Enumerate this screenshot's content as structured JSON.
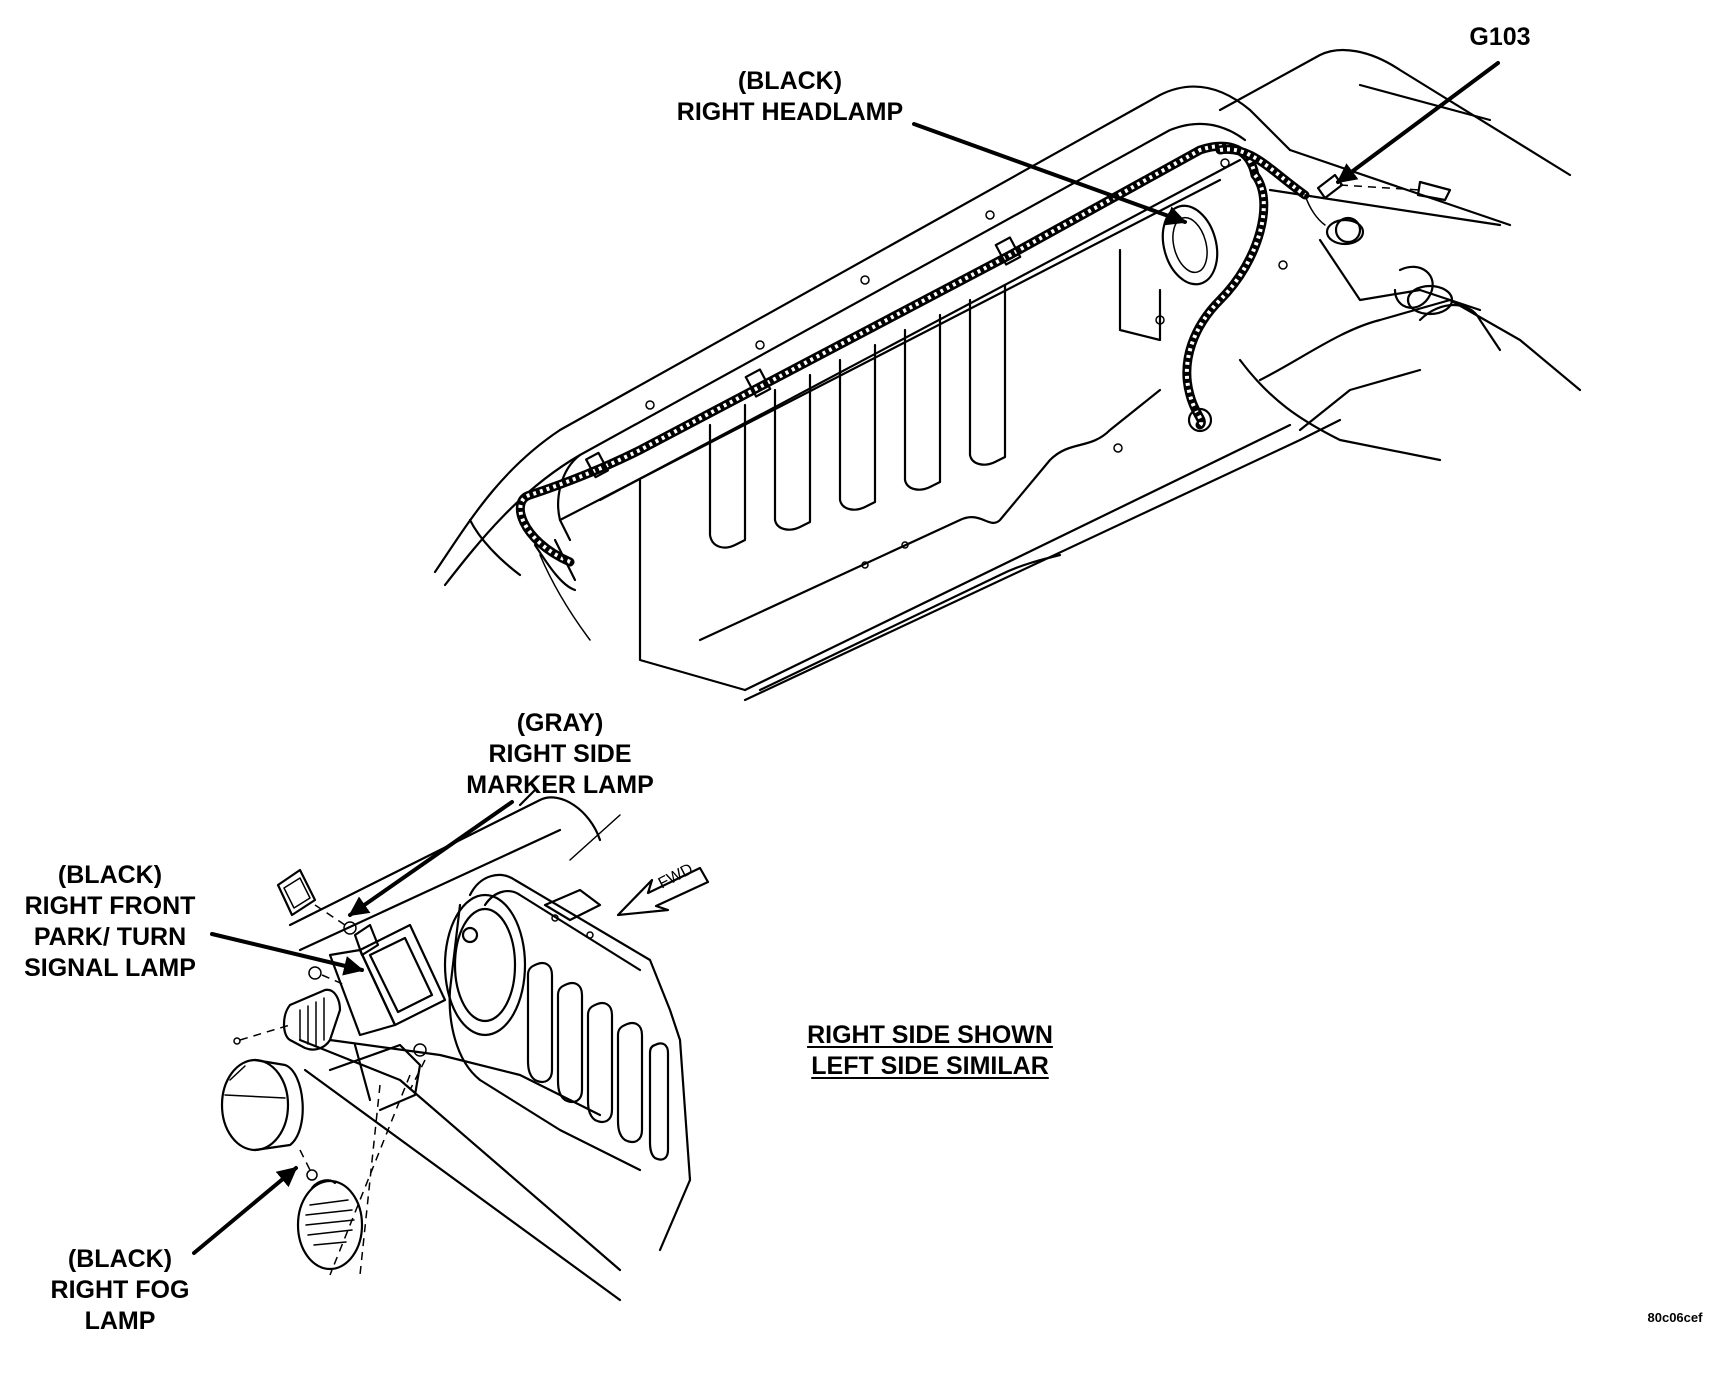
{
  "labels": {
    "right_headlamp": {
      "line1": "(BLACK)",
      "line2": "RIGHT HEADLAMP"
    },
    "ground": {
      "line1": "G103"
    },
    "side_marker": {
      "line1": "(GRAY)",
      "line2": "RIGHT SIDE",
      "line3": "MARKER LAMP"
    },
    "park_turn": {
      "line1": "(BLACK)",
      "line2": "RIGHT FRONT",
      "line3": "PARK/ TURN",
      "line4": "SIGNAL LAMP"
    },
    "fog_lamp": {
      "line1": "(BLACK)",
      "line2": "RIGHT FOG",
      "line3": "LAMP"
    },
    "fwd_arrow": "FWD",
    "note": {
      "line1": "RIGHT SIDE SHOWN",
      "line2": "LEFT SIDE SIMILAR"
    },
    "figure_id": "80c06cef"
  }
}
